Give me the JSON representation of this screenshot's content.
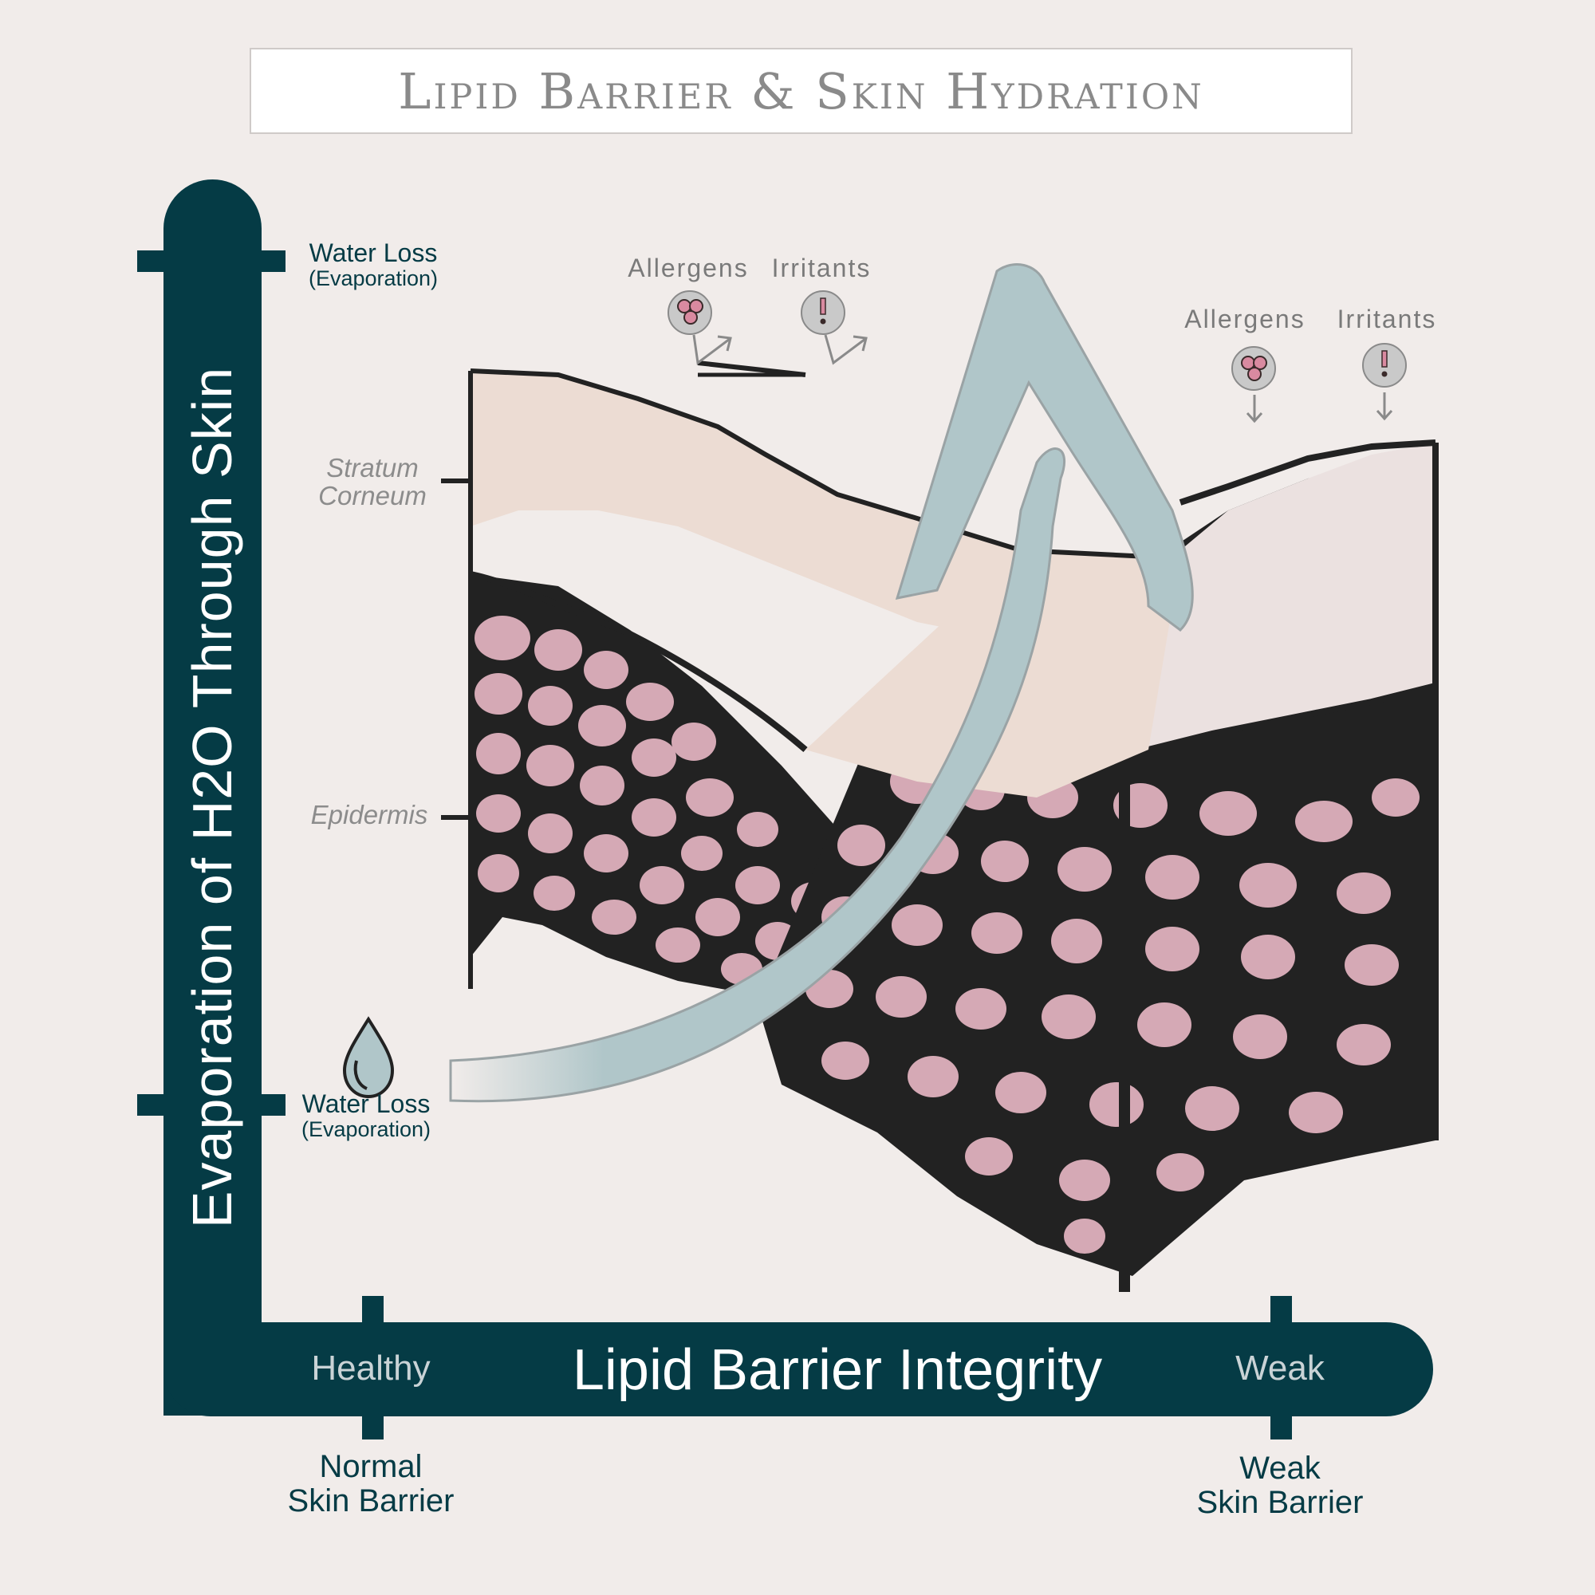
{
  "title": "Lipid Barrier & Skin Hydration",
  "y_axis": {
    "label": "Evaporation of H2O Through Skin",
    "top_label": {
      "line1": "Water Loss",
      "line2": "(Evaporation)"
    },
    "bottom_label": {
      "line1": "Water Loss",
      "line2": "(Evaporation)"
    }
  },
  "x_axis": {
    "label": "Lipid Barrier Integrity",
    "left_end": "Healthy",
    "right_end": "Weak",
    "left_label": {
      "line1": "Normal",
      "line2": "Skin Barrier"
    },
    "right_label": {
      "line1": "Weak",
      "line2": "Skin Barrier"
    }
  },
  "layers": {
    "stratum_corneum": {
      "line1": "Stratum",
      "line2": "Corneum"
    },
    "epidermis": "Epidermis"
  },
  "hazards": {
    "healthy": {
      "allergens": "Allergens",
      "irritants": "Irritants"
    },
    "weak": {
      "allergens": "Allergens",
      "irritants": "Irritants"
    }
  },
  "icons": {
    "allergen": "molecule-cluster-icon",
    "irritant": "exclamation-icon",
    "water": "water-drop-icon",
    "arrow": "evaporation-arrow-icon"
  },
  "colors": {
    "axis": "#053b45",
    "background": "#f1ecea",
    "stratum_corneum": "#ecdcd3",
    "epidermis_cells": "#d5a9b5",
    "cell_outline": "#222222",
    "arrow": "#b0c6c9",
    "allergen": "#d98aa0"
  }
}
